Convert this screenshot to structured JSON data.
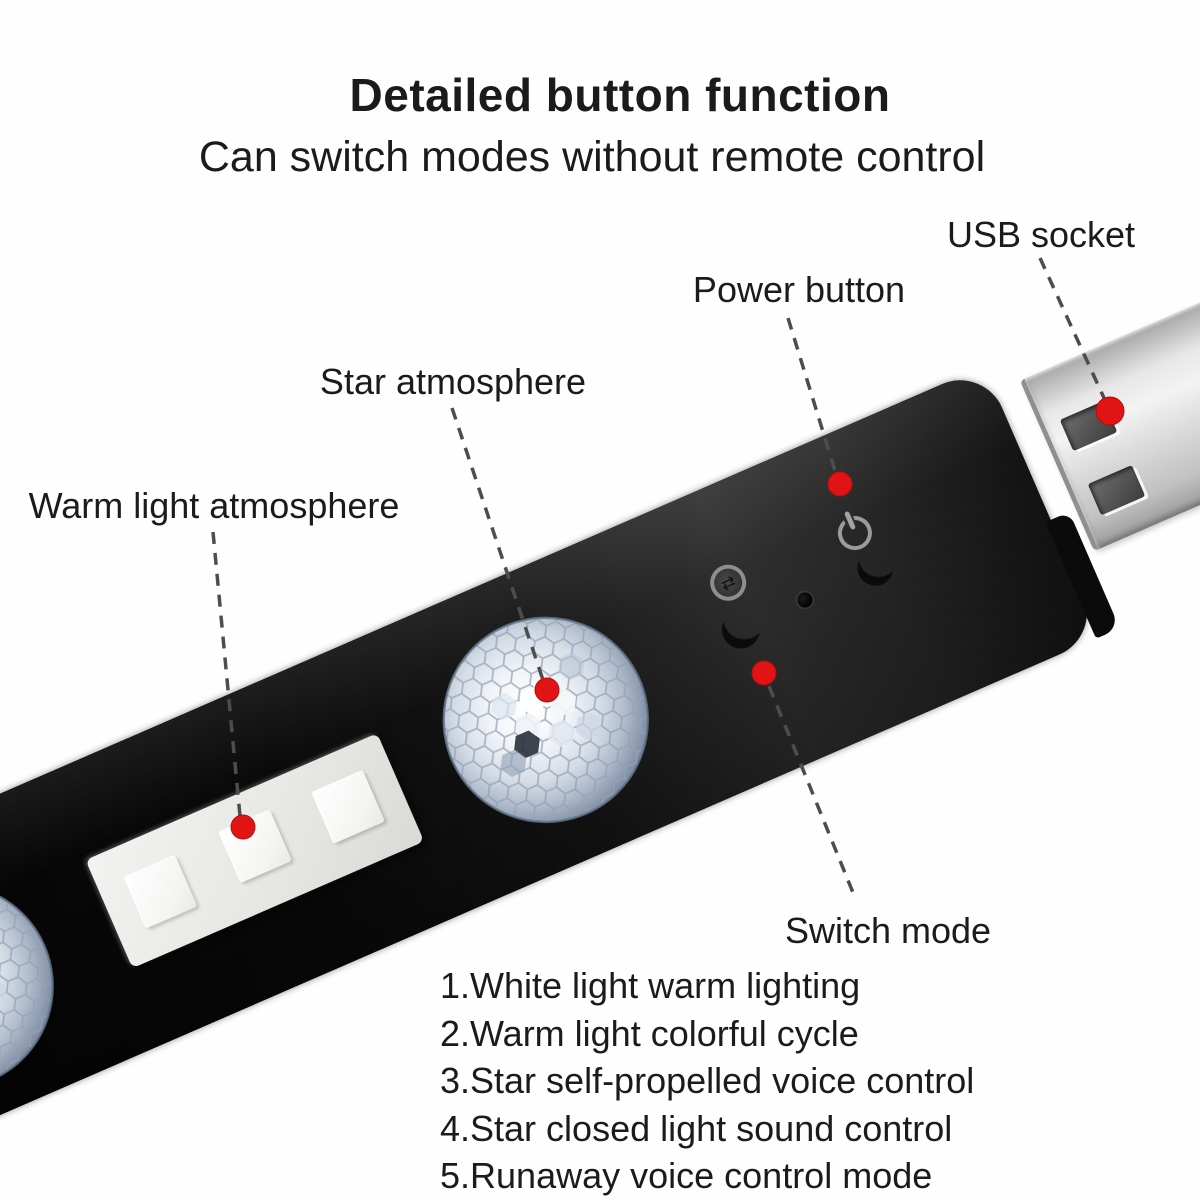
{
  "title": "Detailed button function",
  "subtitle": "Can switch modes without remote control",
  "callouts": {
    "usb_socket": "USB socket",
    "power_button": "Power button",
    "star_atmosphere": "Star atmosphere",
    "warm_light_atmosphere": "Warm light atmosphere",
    "switch_mode": "Switch mode"
  },
  "modes": [
    "1.White light warm lighting",
    "2.Warm light colorful cycle",
    "3.Star self-propelled voice control",
    "4.Star closed light sound control",
    "5.Runaway voice control mode"
  ],
  "icons": {
    "power": "power-icon",
    "mode_cycle": "mode-cycle-icon",
    "moon": "crescent-moon-icon",
    "mic": "mic-hole",
    "usb": "usb-plug",
    "mode_glyph": "⇄"
  },
  "colors": {
    "marker_red": "#e01414",
    "device_black": "#0d0d0d",
    "metal_silver": "#d9d9d9",
    "panel_white": "#ececea",
    "ball_tint": "#aebacb",
    "text": "#1b1b1b"
  }
}
